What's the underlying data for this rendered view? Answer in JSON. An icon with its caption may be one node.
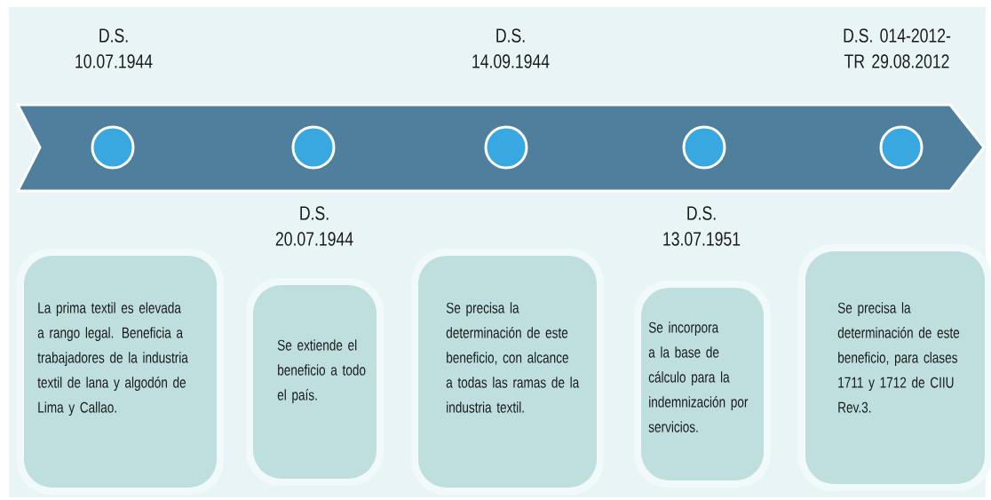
{
  "diagram": {
    "nodes": [
      {
        "text": [],
        "shape": "band"
      },
      {
        "text": [],
        "shape": "circle",
        "in": 0
      },
      {
        "text": [],
        "shape": "circle",
        "in": 0
      },
      {
        "text": [],
        "shape": "circle",
        "in": 0
      },
      {
        "text": [],
        "shape": "circle",
        "in": 0
      },
      {
        "text": [],
        "shape": "circle",
        "in": 0
      },
      {
        "text": [
          "La prima textil es elevada a rango legal. Beneficia a trabajadores de la industria textil de lana y algodón de Lima y Callao."
        ]
      },
      {
        "text": [
          "Se extiende el beneficio a todo el país."
        ]
      },
      {
        "text": [
          "Se precisa la determinación de este beneficio, con alcance a todas las ramas de la industria textil."
        ]
      },
      {
        "text": [
          "Se incorpora a la base de cálculo para la indemnización por servicios."
        ]
      },
      {
        "text": [
          "Se precisa la determinación de este beneficio, para clases 1711 y 1712 de CIIU Rev.3."
        ]
      }
    ],
    "labels": [
      "D.S. 10.07.1944",
      "D.S. 14.09.1944",
      "D.S. 014-2012-TR 29.08.2012",
      "D.S. 20.07.1944",
      "D.S. 13.07.1951"
    ]
  }
}
